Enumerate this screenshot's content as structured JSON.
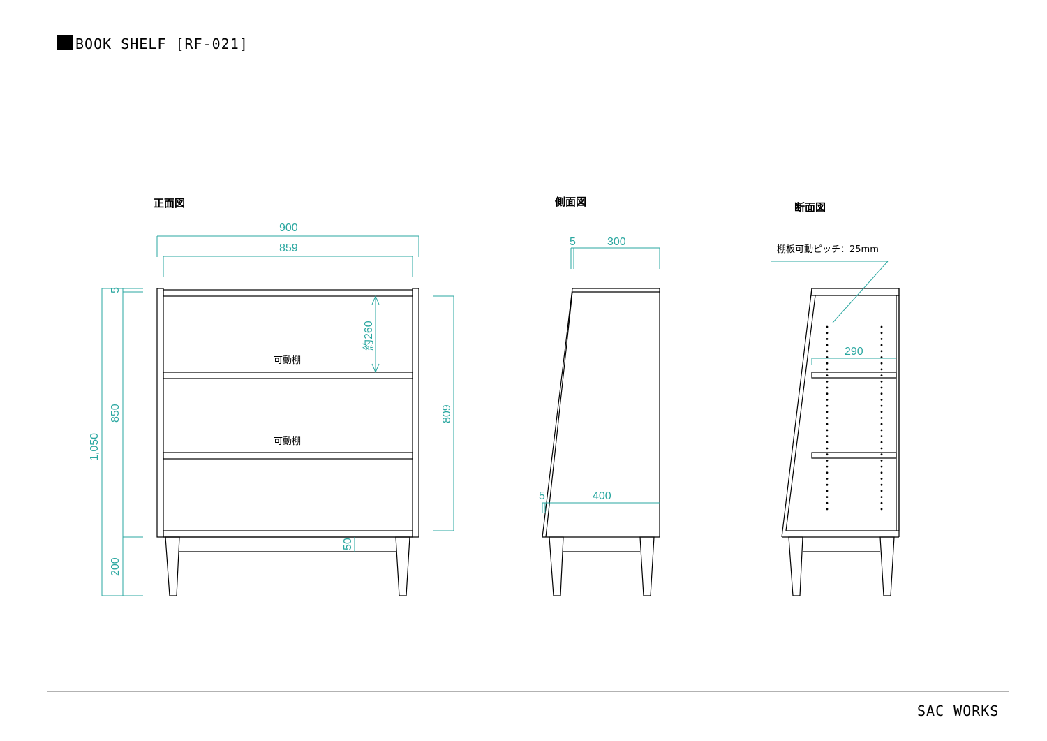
{
  "title": {
    "text": "BOOK SHELF [RF-021]",
    "marker_icon": "filled-square-icon"
  },
  "views": {
    "front": {
      "label": "正面図"
    },
    "side": {
      "label": "側面図"
    },
    "section": {
      "label": "断面図"
    }
  },
  "front_dims": {
    "overall_width": "900",
    "inner_width": "859",
    "top_thickness": "5",
    "total_height": "1,050",
    "body_height": "850",
    "leg_height": "200",
    "inner_height": "809",
    "shelf_spacing": "約260",
    "apron_height": "50"
  },
  "front_labels": {
    "shelf_1": "可動棚",
    "shelf_2": "可動棚"
  },
  "side_dims": {
    "top_offset": "5",
    "top_depth": "300",
    "bottom_offset": "5",
    "bottom_depth": "400"
  },
  "section_dims": {
    "shelf_depth": "290",
    "pitch_note": "棚板可動ピッチ：25mm"
  },
  "footer": {
    "company": "SAC WORKS"
  },
  "colors": {
    "line": "#000000",
    "dimension": "#2aa7a0",
    "background": "#ffffff"
  }
}
